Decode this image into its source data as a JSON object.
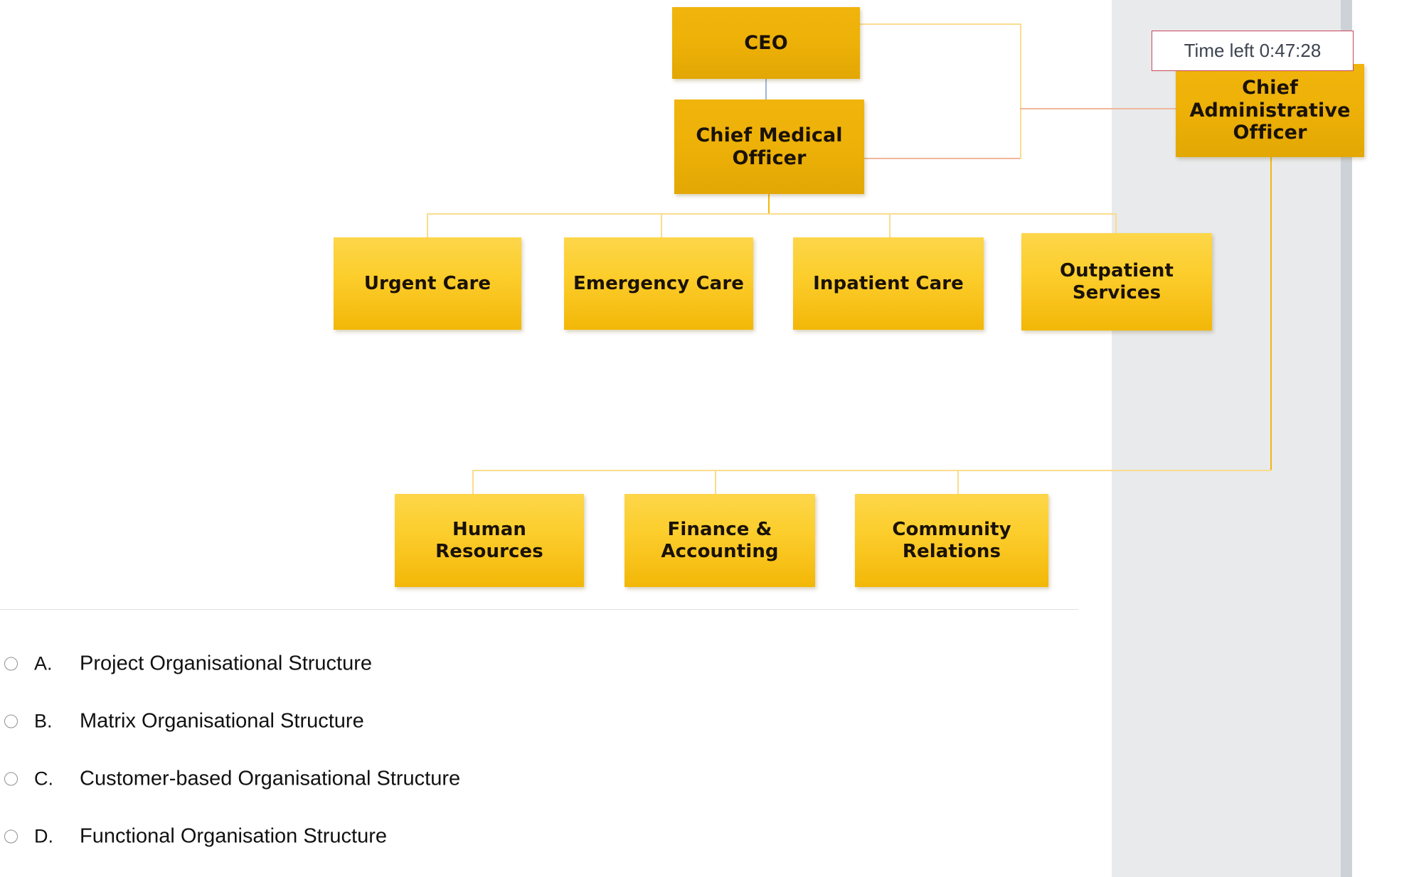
{
  "timer": {
    "label": "Time left 0:47:28"
  },
  "org_chart": {
    "nodes": {
      "ceo": "CEO",
      "cmo": "Chief Medical\nOfficer",
      "cmo_line1": "Chief Medical",
      "cmo_line2": "Officer",
      "cao_line1": "Chief",
      "cao_line2": "Administrative",
      "cao_line3": "Officer",
      "urgent_care": "Urgent Care",
      "emergency_care": "Emergency Care",
      "inpatient_care": "Inpatient Care",
      "outpatient_line1": "Outpatient",
      "outpatient_line2": "Services",
      "hr_line1": "Human",
      "hr_line2": "Resources",
      "finance_line1": "Finance &",
      "finance_line2": "Accounting",
      "community_line1": "Community",
      "community_line2": "Relations"
    },
    "colors": {
      "exec_fill": "#edb108",
      "leaf_fill": "#fcce2d",
      "connector": "#f7c94a",
      "text": "#1a1208"
    }
  },
  "question": {
    "options": [
      {
        "letter": "A.",
        "text": "Project Organisational Structure",
        "selected": false
      },
      {
        "letter": "B.",
        "text": "Matrix Organisational Structure",
        "selected": false
      },
      {
        "letter": "C.",
        "text": "Customer-based Organisational Structure",
        "selected": false
      },
      {
        "letter": "D.",
        "text": "Functional Organisation Structure",
        "selected": false
      }
    ]
  }
}
